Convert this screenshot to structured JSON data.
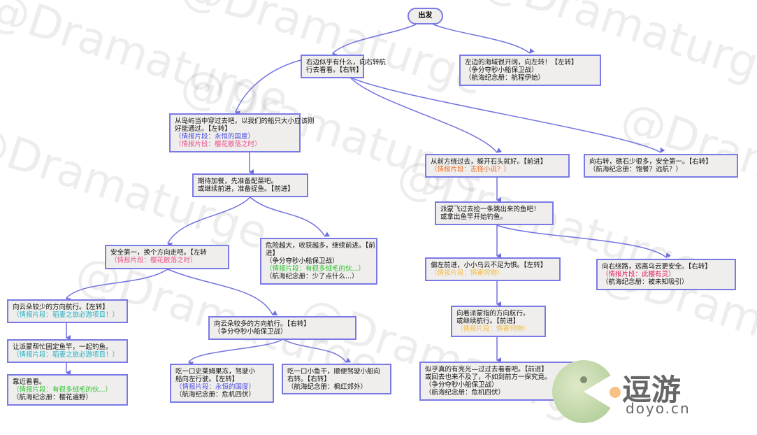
{
  "watermark": "@Dramaturge",
  "start": "出发",
  "nodes": {
    "A": [
      {
        "t": "右边似乎有什么，向右转航"
      },
      {
        "t": "行去看看。【右转】"
      }
    ],
    "B": [
      {
        "t": "左边的海域很开阔，向左转！【左转】"
      },
      {
        "t": " （争分夺秒小船保卫战）"
      },
      {
        "t": " （航海纪念册：航程伊始）"
      }
    ],
    "C": [
      {
        "t": "从岛屿当中穿过去吧，以我们的船只大小应该刚"
      },
      {
        "t": "好能通过。【左转】"
      },
      {
        "t": " （情报片段：永恒的国度）",
        "c": "blue"
      },
      {
        "t": " （情报片段：樱花散落之时）",
        "c": "pink"
      }
    ],
    "D": [
      {
        "t": "期待加餐，先准备配菜吧。"
      },
      {
        "t": "或继续前进，准备捉鱼。【前进】"
      }
    ],
    "E": [
      {
        "t": "从前方绕过去，躲开石头就好。【前进】"
      },
      {
        "t": " （情报片段：志怪小说？）",
        "c": "orange"
      }
    ],
    "F": [
      {
        "t": "向右转，礁石少很多，安全第一。【右转】"
      },
      {
        "t": " （航海纪念册：饱餐？远航？）"
      }
    ],
    "G": [
      {
        "t": "派蒙飞过去捡一条跳出来的鱼吧！"
      },
      {
        "t": "或拿出鱼竿开始钓鱼。"
      }
    ],
    "H": [
      {
        "t": "安全第一，换个方向走吧。【左转"
      },
      {
        "t": " （情报片段：樱花散落之时）",
        "c": "pink"
      }
    ],
    "I": [
      {
        "t": "危险越大，收获越多，继续前进。【前"
      },
      {
        "t": "进】"
      },
      {
        "t": " （争分夺秒小船保卫战）"
      },
      {
        "t": " （情报片段：有很多绒毛的伙...）",
        "c": "green"
      },
      {
        "t": " （航海纪念册：少了点什么...）"
      }
    ],
    "J": [
      {
        "t": "偏左前进，小小乌云不足为惧。【左转】"
      },
      {
        "t": " （情报片段：情寄何物）",
        "c": "yellow"
      }
    ],
    "K": [
      {
        "t": "向右绕路，远离乌云更安全。【右转】"
      },
      {
        "t": " （情报片段：此樱有灵）",
        "c": "red"
      },
      {
        "t": " （航海纪念册：被未知吸引）"
      }
    ],
    "L": [
      {
        "t": "向云朵较少的方向航行。【左转】"
      },
      {
        "t": " （情报片段：稻妻之旅必游项目！）",
        "c": "teal"
      }
    ],
    "M": [
      {
        "t": "让派蒙帮忙固定鱼竿，一起钓鱼。"
      },
      {
        "t": " （情报片段：稻妻之旅必游项目！）",
        "c": "teal"
      }
    ],
    "N": [
      {
        "t": "靠近看看。"
      },
      {
        "t": " （情报片段：有很多绒毛的伙...）",
        "c": "green"
      },
      {
        "t": " （航海纪念册：樱花遍野）"
      }
    ],
    "O": [
      {
        "t": "向云朵较多的方向航行。【右转】"
      },
      {
        "t": " （争分夺秒小船保卫战）"
      }
    ],
    "P": [
      {
        "t": "吃一口史莱姆果冻，驾驶小"
      },
      {
        "t": "船向左行驶。【左转】"
      },
      {
        "t": " （情报片段：永恒的国度）",
        "c": "blue"
      },
      {
        "t": " （航海纪念册：危机四伏）"
      }
    ],
    "Q": [
      {
        "t": "吃一口小鱼干，顺便驾驶小船向"
      },
      {
        "t": "右转。【右转】"
      },
      {
        "t": " （航海纪念册：枫红郊外）"
      }
    ],
    "R": [
      {
        "t": "向着派蒙指的方向航行。"
      },
      {
        "t": "或继续航行。【前进】"
      },
      {
        "t": " （情报片段：情寄何物）",
        "c": "yellow"
      }
    ],
    "S": [
      {
        "t": "似乎真的有亮光—过过去看看吧。【前进】"
      },
      {
        "t": "或回去也来不及了，不如到前方一探究竟。"
      },
      {
        "t": " （争分夺秒小船保卫战）"
      },
      {
        "t": " （航海纪念册：危机四伏）"
      }
    ]
  },
  "logo": {
    "cn": "逗游",
    "en": "doyo.cn"
  }
}
